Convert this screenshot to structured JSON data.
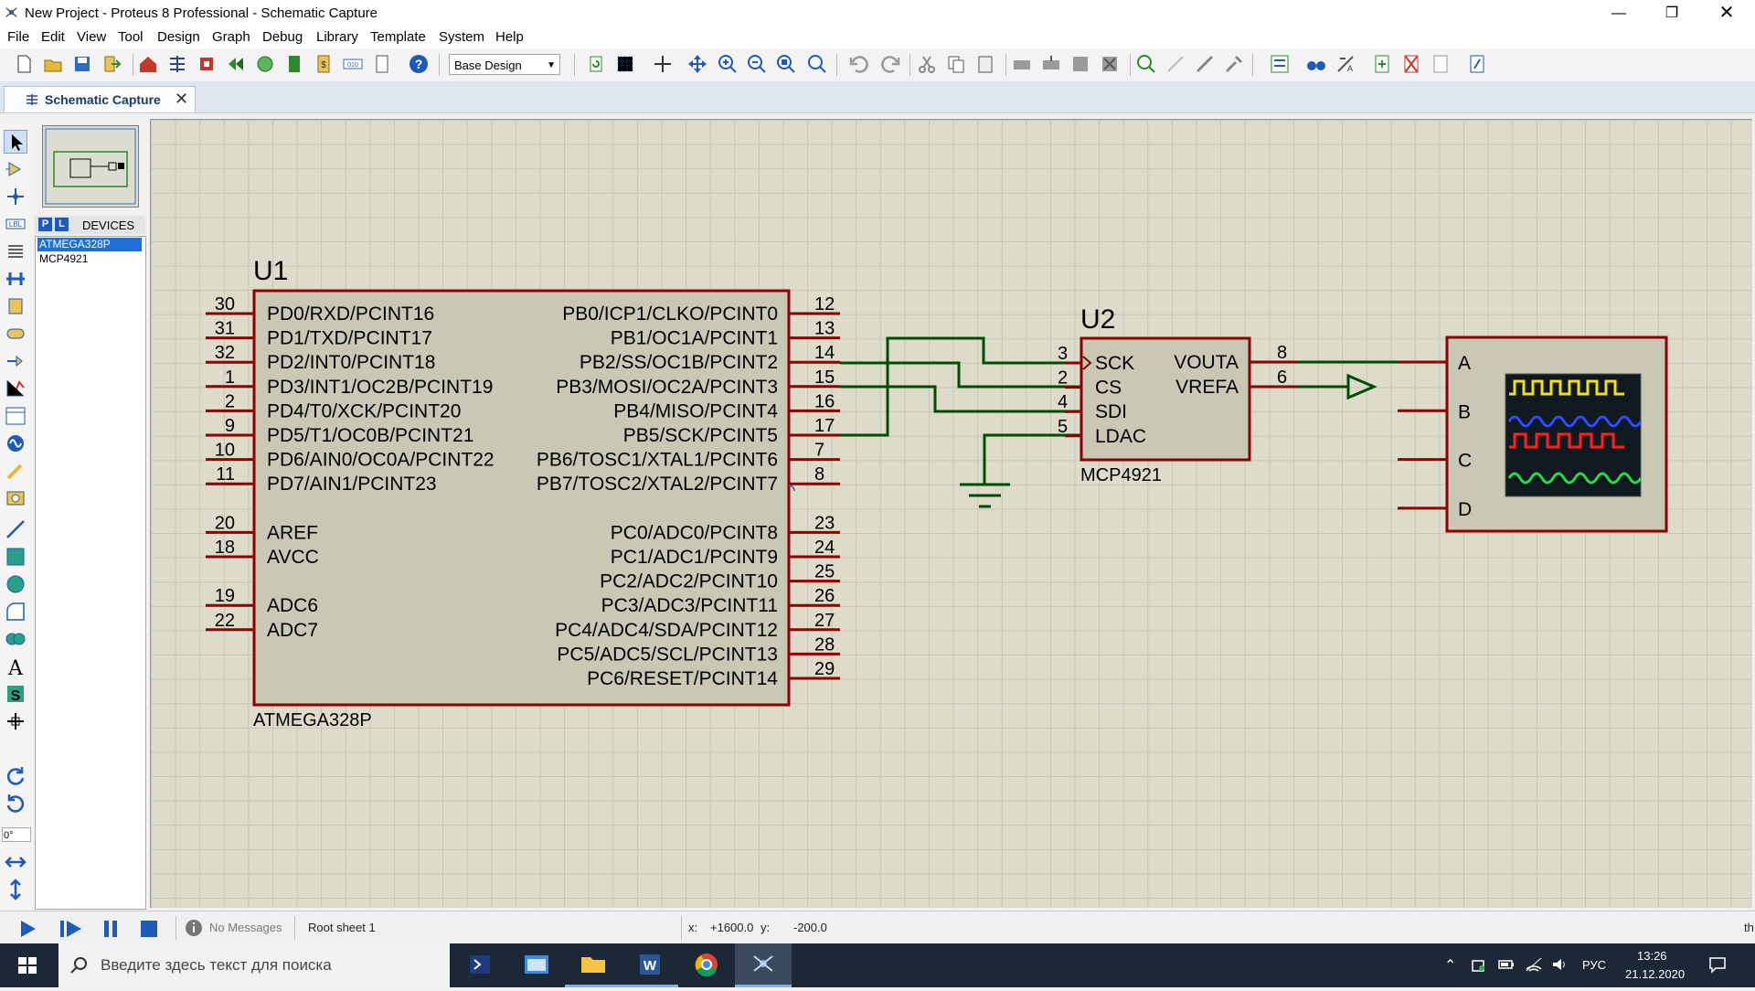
{
  "window": {
    "title": "New Project - Proteus 8 Professional - Schematic Capture"
  },
  "menu": [
    "File",
    "Edit",
    "View",
    "Tool",
    "Design",
    "Graph",
    "Debug",
    "Library",
    "Template",
    "System",
    "Help"
  ],
  "toolbar": {
    "design_selector": "Base Design"
  },
  "tab": {
    "label": "Schematic Capture"
  },
  "devices": {
    "p_label": "P",
    "l_label": "L",
    "header": "DEVICES",
    "items": [
      "ATMEGA328P",
      "MCP4921"
    ]
  },
  "left_rotation": "0°",
  "schematic": {
    "u1": {
      "ref": "U1",
      "part": "ATMEGA328P",
      "left_pins": [
        {
          "num": "30",
          "name": "PD0/RXD/PCINT16"
        },
        {
          "num": "31",
          "name": "PD1/TXD/PCINT17"
        },
        {
          "num": "32",
          "name": "PD2/INT0/PCINT18"
        },
        {
          "num": "1",
          "name": "PD3/INT1/OC2B/PCINT19"
        },
        {
          "num": "2",
          "name": "PD4/T0/XCK/PCINT20"
        },
        {
          "num": "9",
          "name": "PD5/T1/OC0B/PCINT21"
        },
        {
          "num": "10",
          "name": "PD6/AIN0/OC0A/PCINT22"
        },
        {
          "num": "11",
          "name": "PD7/AIN1/PCINT23"
        },
        {
          "num": "20",
          "name": "AREF"
        },
        {
          "num": "18",
          "name": "AVCC"
        },
        {
          "num": "19",
          "name": "ADC6"
        },
        {
          "num": "22",
          "name": "ADC7"
        }
      ],
      "right_pins": [
        {
          "num": "12",
          "name": "PB0/ICP1/CLKO/PCINT0"
        },
        {
          "num": "13",
          "name": "PB1/OC1A/PCINT1"
        },
        {
          "num": "14",
          "name": "PB2/SS/OC1B/PCINT2"
        },
        {
          "num": "15",
          "name": "PB3/MOSI/OC2A/PCINT3"
        },
        {
          "num": "16",
          "name": "PB4/MISO/PCINT4"
        },
        {
          "num": "17",
          "name": "PB5/SCK/PCINT5"
        },
        {
          "num": "7",
          "name": "PB6/TOSC1/XTAL1/PCINT6"
        },
        {
          "num": "8",
          "name": "PB7/TOSC2/XTAL2/PCINT7"
        },
        {
          "num": "23",
          "name": "PC0/ADC0/PCINT8"
        },
        {
          "num": "24",
          "name": "PC1/ADC1/PCINT9"
        },
        {
          "num": "25",
          "name": "PC2/ADC2/PCINT10"
        },
        {
          "num": "26",
          "name": "PC3/ADC3/PCINT11"
        },
        {
          "num": "27",
          "name": "PC4/ADC4/SDA/PCINT12"
        },
        {
          "num": "28",
          "name": "PC5/ADC5/SCL/PCINT13"
        },
        {
          "num": "29",
          "name": "PC6/RESET/PCINT14"
        }
      ]
    },
    "u2": {
      "ref": "U2",
      "part": "MCP4921",
      "left_pins": [
        {
          "num": "3",
          "name": "SCK"
        },
        {
          "num": "2",
          "name": "CS"
        },
        {
          "num": "4",
          "name": "SDI"
        },
        {
          "num": "5",
          "name": "LDAC"
        }
      ],
      "right_pins": [
        {
          "num": "8",
          "name": "VOUTA"
        },
        {
          "num": "6",
          "name": "VREFA"
        }
      ]
    },
    "scope": {
      "channels": [
        "A",
        "B",
        "C",
        "D"
      ]
    }
  },
  "status": {
    "messages": "No Messages",
    "sheet": "Root sheet 1",
    "x_label": "x:",
    "x_value": "+1600.0",
    "y_label": "y:",
    "y_value": "-200.0",
    "trail": "th"
  },
  "taskbar": {
    "search_placeholder": "Введите здесь текст для поиска",
    "lang": "РУС",
    "time": "13:26",
    "date": "21.12.2020"
  },
  "colors": {
    "component_outline": "#8b0000",
    "component_fill": "#c8c8b4",
    "wire": "#004d00",
    "canvas": "#dddccb"
  }
}
